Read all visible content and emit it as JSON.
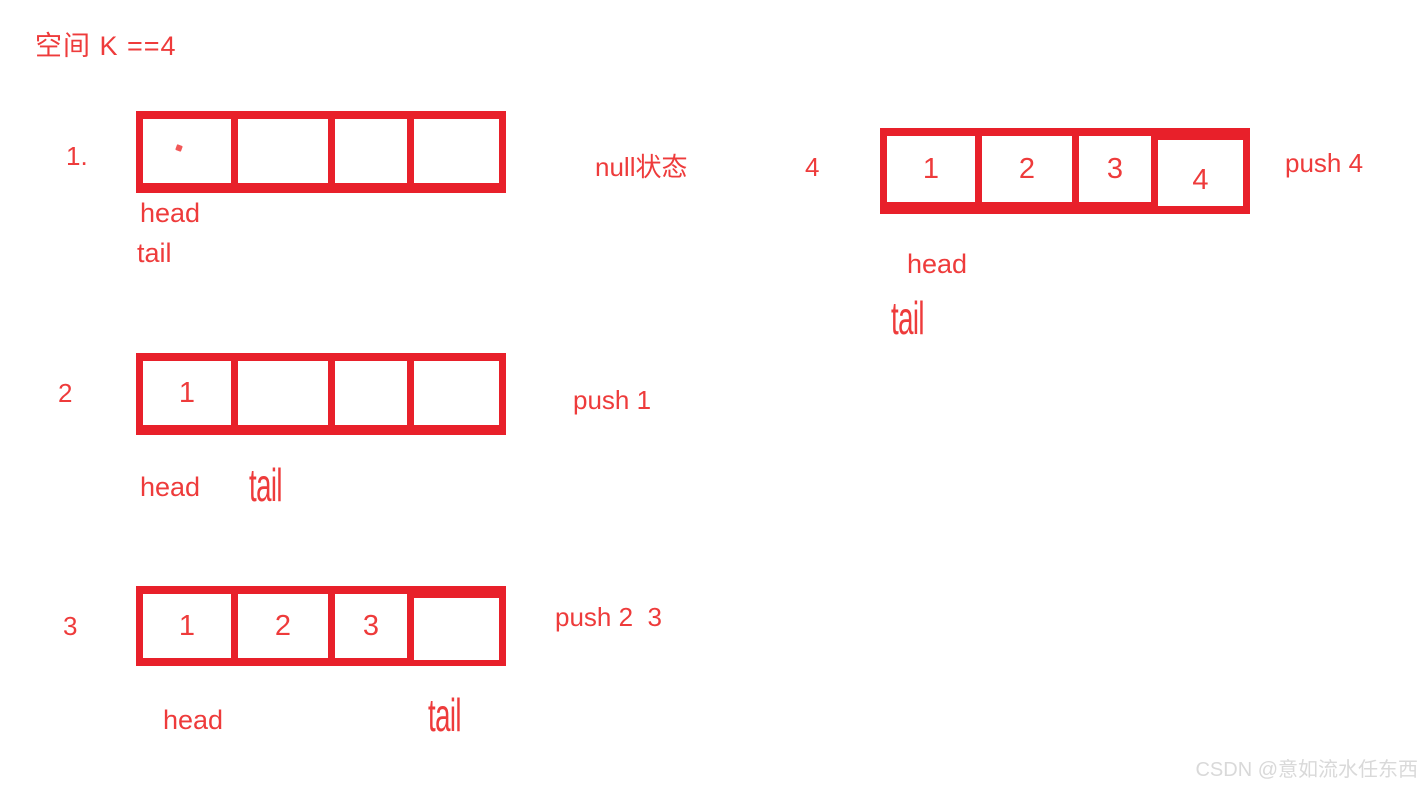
{
  "title": "空间 K ==4",
  "colors": {
    "box_red": "#e8202a",
    "text_red": "#ee3b3b",
    "watermark_gray": "#d9d9d9"
  },
  "watermark": "CSDN @意如流水任东西",
  "steps": [
    {
      "label": "1.",
      "cells": [
        "",
        "",
        "",
        ""
      ],
      "note": "null状态",
      "head_label": "head",
      "tail_label": "tail"
    },
    {
      "label": "2",
      "cells": [
        "1",
        "",
        "",
        ""
      ],
      "note": "push 1",
      "head_label": "head",
      "tail_label": "tail"
    },
    {
      "label": "3",
      "cells": [
        "1",
        "2",
        "3",
        ""
      ],
      "note": "push 2  3",
      "head_label": "head",
      "tail_label": "tail"
    },
    {
      "label": "4",
      "cells": [
        "1",
        "2",
        "3",
        "4"
      ],
      "note": "push 4",
      "head_label": "head",
      "tail_label": "tail"
    }
  ]
}
